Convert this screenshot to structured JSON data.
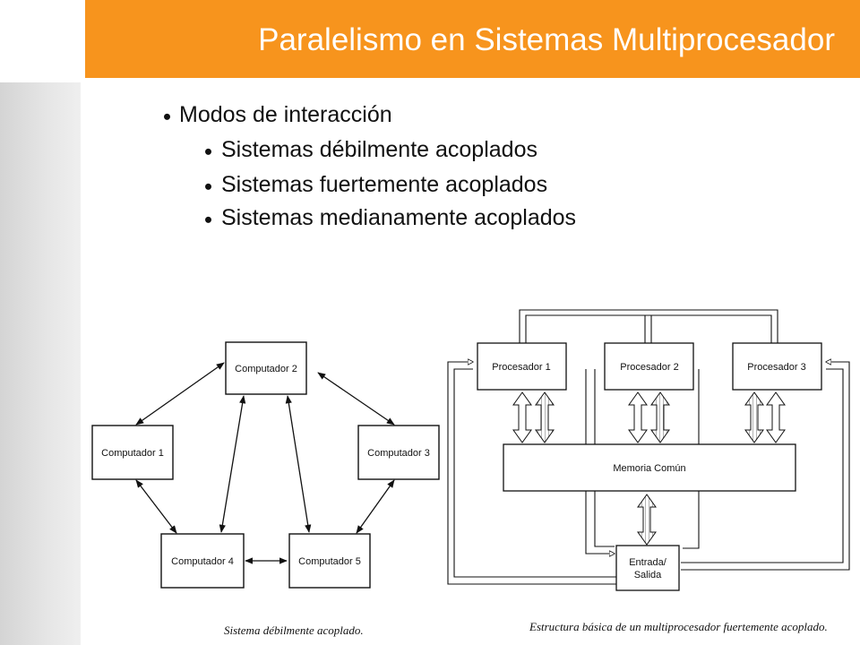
{
  "title": "Paralelismo en Sistemas Multiprocesador",
  "bullets": {
    "main": "Modos de interacción",
    "sub": [
      "Sistemas débilmente acoplados",
      "Sistemas fuertemente acoplados",
      "Sistemas medianamente acoplados"
    ]
  },
  "loose_diagram": {
    "nodes": {
      "c1": "Computador 1",
      "c2": "Computador 2",
      "c3": "Computador 3",
      "c4": "Computador 4",
      "c5": "Computador 5"
    },
    "caption": "Sistema débilmente acoplado."
  },
  "tight_diagram": {
    "processors": [
      "Procesador 1",
      "Procesador 2",
      "Procesador 3"
    ],
    "memory": "Memoria Común",
    "io": [
      "Entrada/",
      "Salida"
    ],
    "caption": "Estructura básica de un multiprocesador fuertemente acoplado."
  },
  "colors": {
    "title_bar": "#f7941d",
    "title_text": "#ffffff"
  }
}
